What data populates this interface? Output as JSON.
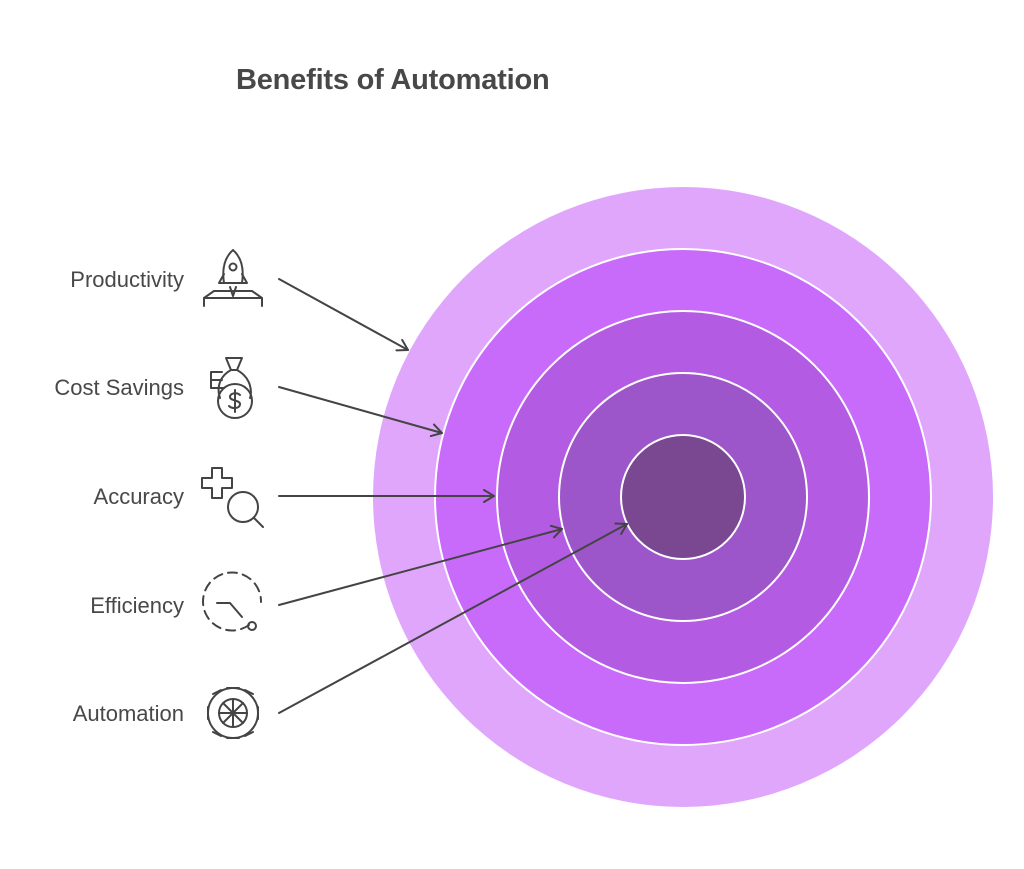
{
  "title": "Benefits of Automation",
  "levels": [
    {
      "label": "Productivity",
      "icon": "rocket-launch-icon",
      "color": "#e0a6fc"
    },
    {
      "label": "Cost Savings",
      "icon": "money-bag-icon",
      "color": "#c86bfa"
    },
    {
      "label": "Accuracy",
      "icon": "plus-magnifier-icon",
      "color": "#b35ce3"
    },
    {
      "label": "Efficiency",
      "icon": "stopwatch-icon",
      "color": "#9d56c9"
    },
    {
      "label": "Automation",
      "icon": "gear-icon",
      "color": "#7a4791"
    }
  ],
  "colors": {
    "text": "#484848",
    "stroke": "#444444",
    "ring_border": "#ffffff"
  }
}
